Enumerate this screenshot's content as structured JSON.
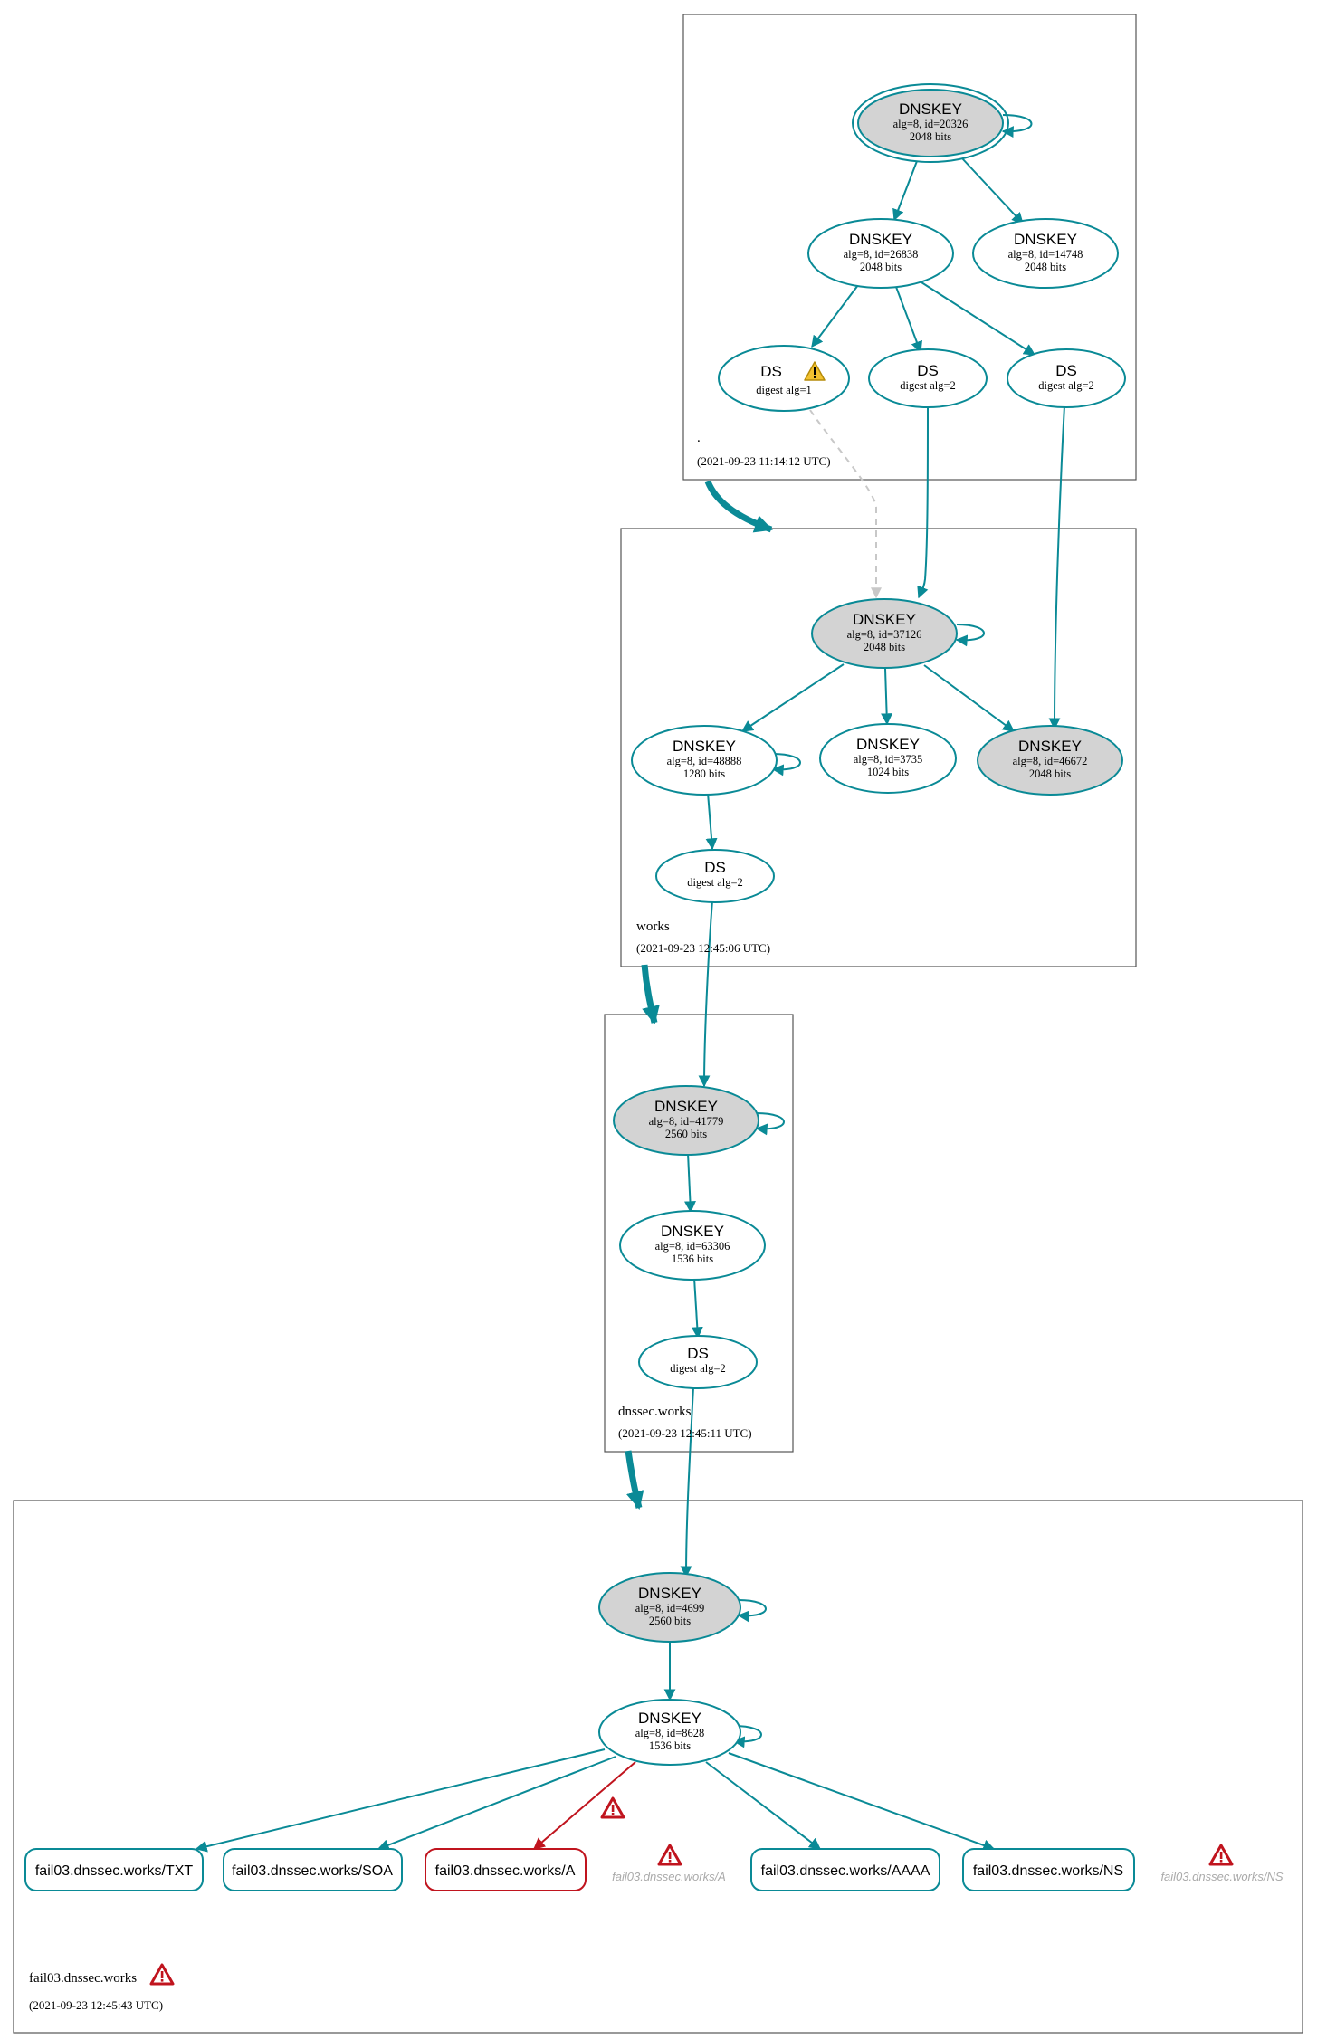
{
  "colors": {
    "edge": "#0a8a96",
    "error": "#c0141e",
    "ksk_fill": "#d3d3d3",
    "ghost": "#aaaaaa",
    "dashed": "#c8c8c8"
  },
  "zones": {
    "root": {
      "name": ".",
      "timestamp": "(2021-09-23 11:14:12 UTC)",
      "nodes": {
        "ksk": {
          "title": "DNSKEY",
          "line1": "alg=8, id=20326",
          "line2": "2048 bits"
        },
        "zsk": {
          "title": "DNSKEY",
          "line1": "alg=8, id=26838",
          "line2": "2048 bits"
        },
        "key3": {
          "title": "DNSKEY",
          "line1": "alg=8, id=14748",
          "line2": "2048 bits"
        },
        "ds1": {
          "title": "DS",
          "line1": "digest alg=1",
          "warning_icon": "warning-icon"
        },
        "ds2": {
          "title": "DS",
          "line1": "digest alg=2"
        },
        "ds3": {
          "title": "DS",
          "line1": "digest alg=2"
        }
      }
    },
    "works": {
      "name": "works",
      "timestamp": "(2021-09-23 12:45:06 UTC)",
      "nodes": {
        "ksk": {
          "title": "DNSKEY",
          "line1": "alg=8, id=37126",
          "line2": "2048 bits"
        },
        "k48888": {
          "title": "DNSKEY",
          "line1": "alg=8, id=48888",
          "line2": "1280 bits"
        },
        "k3735": {
          "title": "DNSKEY",
          "line1": "alg=8, id=3735",
          "line2": "1024 bits"
        },
        "k46672": {
          "title": "DNSKEY",
          "line1": "alg=8, id=46672",
          "line2": "2048 bits"
        },
        "ds": {
          "title": "DS",
          "line1": "digest alg=2"
        }
      }
    },
    "dnssec": {
      "name": "dnssec.works",
      "timestamp": "(2021-09-23 12:45:11 UTC)",
      "nodes": {
        "ksk": {
          "title": "DNSKEY",
          "line1": "alg=8, id=41779",
          "line2": "2560 bits"
        },
        "zsk": {
          "title": "DNSKEY",
          "line1": "alg=8, id=63306",
          "line2": "1536 bits"
        },
        "ds": {
          "title": "DS",
          "line1": "digest alg=2"
        }
      }
    },
    "fail03": {
      "name": "fail03.dnssec.works",
      "timestamp": "(2021-09-23 12:45:43 UTC)",
      "nodes": {
        "ksk": {
          "title": "DNSKEY",
          "line1": "alg=8, id=4699",
          "line2": "2560 bits"
        },
        "zsk": {
          "title": "DNSKEY",
          "line1": "alg=8, id=8628",
          "line2": "1536 bits"
        }
      },
      "rrsets": {
        "txt": "fail03.dnssec.works/TXT",
        "soa": "fail03.dnssec.works/SOA",
        "a": "fail03.dnssec.works/A",
        "a_ghost": "fail03.dnssec.works/A",
        "aaaa": "fail03.dnssec.works/AAAA",
        "ns": "fail03.dnssec.works/NS",
        "ns_ghost": "fail03.dnssec.works/NS"
      }
    }
  }
}
